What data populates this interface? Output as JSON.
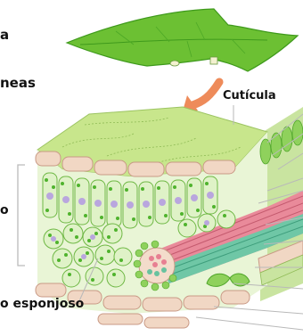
{
  "labels": {
    "fragment_top": "a",
    "fragment_left_upper": "neas",
    "cuticle": "Cutícula",
    "fragment_left_mid": "o",
    "spongy": "o esponjoso"
  },
  "colors": {
    "leaf_light": "#b5de5a",
    "leaf_dark": "#3f9a1c",
    "cuticle_top": "#c8e68c",
    "cell_wall": "#f1d7c4",
    "cell_wall_stroke": "#c99a86",
    "chloroplast": "#4fb32d",
    "nucleus": "#b9a6de",
    "arrow": "#ee8b5a",
    "xylem": "#e98a9a",
    "phloem": "#6fc7a6",
    "leader_line": "#b9b9b9"
  }
}
